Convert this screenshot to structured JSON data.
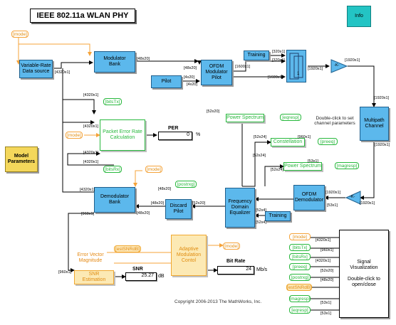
{
  "title": "IEEE 802.11a WLAN PHY",
  "info": "Info",
  "blocks": {
    "source": "Variable-Rate\nData source",
    "modulator": "Modulator\nBank",
    "ofdm_mod": "OFDM\nModulator\nPilot",
    "pilot": "Pilot",
    "training_top": "Training",
    "channel": "Multipath\nChannel",
    "per_calc": "Packet Error Rate\nCalculation",
    "model_params": "Model\nParameters",
    "demodulator": "Demodulator\nBank",
    "discard_pilot": "Discard\nPilot",
    "fde": "Frequency\nDomain\nEqualizer",
    "ofdm_demod": "OFDM\nDemodulator",
    "training_bot": "Training",
    "evm": "Error Vector\nMagnitude",
    "snr_est": "SNR\nEstimation",
    "amc": "Adaptive\nModulation\nContol",
    "power_top": "Power Spectrum",
    "power_bot": "Power Spectrum",
    "constellation": "Constellation",
    "signal_viz": "Signal\nVisualization\n\nDouble-click to\nopen/close"
  },
  "gains": {
    "tx_gain": "-K-",
    "rx_gain": "-K-"
  },
  "tags": {
    "mode_top": "[mode]",
    "mode_per": "[mode]",
    "mode_demod": "[mode]",
    "mode_amc": "[mode]",
    "bitsTx": "[bitsTx]",
    "bitsRx": "[bitsRx]",
    "postrxg": "[postrxg]",
    "estSNRdB": "[estSNRdB]",
    "eqresp": "[eqresp]",
    "preeq": "[preeq]",
    "magresp": "[magresp]",
    "viz": [
      "[mode]",
      "[bitsTx]",
      "[bitsRx]",
      "[preeq]",
      "[postrxg]",
      "[estSNRdB]",
      "[magresp]",
      "[eqresp]"
    ]
  },
  "displays": {
    "per_label": "PER",
    "per_value": "0",
    "per_unit": "%",
    "snr_label": "SNR",
    "snr_value": "25.27",
    "snr_unit": "dB",
    "bitrate_label": "Bit Rate",
    "bitrate_value": "24",
    "bitrate_unit": "Mb/s"
  },
  "note_channel": "Double-click to set\nchannel parameters",
  "copyright": "Copyright 2006-2013 The MathWorks, Inc.",
  "signal_labels": {
    "s1": "[48x20]",
    "s2": "[4320x1]",
    "s3": "[48x20]",
    "s4": "[4x20]",
    "s5": "[4x20]",
    "s6": "[320x1]",
    "s7": "[1600x1]",
    "s8": "[1600x1]",
    "s9": "[320x1]",
    "s10": "[1920x1]",
    "s11": "[1920x1]",
    "s12": "[1920x1]",
    "s13": "[1920x1]",
    "s14": "[4320x1]",
    "s15": "[4320x1]",
    "s16": "[4320x1]",
    "s17": "[4320x1]",
    "s18": "[4320x1]",
    "s19": "[52x20]",
    "s20": "[52x24]",
    "s21": "[52x24]",
    "s22": "[52x24]",
    "s23": "[960x1]",
    "s24": "[960x1]",
    "s25": "[48x20]",
    "s26": "[48x20]",
    "s27": "[52x20]",
    "s28": "[1920x1]",
    "s29": "[1920x1]",
    "s30": "[52x4]",
    "s31": "[52x4]",
    "s32": "[53x1]",
    "s33": "[53x1]",
    "s34": "[960x1]",
    "s35": "[48x20]",
    "s36": "[4320x1]",
    "s37": "[4320x1]",
    "s38": "[960x1]",
    "s39": "[52x20]",
    "s40": "[48x20]",
    "s41": "[53x1]",
    "s42": "[53x1]"
  },
  "colors": {
    "blue_block": "#5cb8ec",
    "teal_block": "#23c4c4",
    "yellow_block": "#f4d75b",
    "green_tag": "#27b83c",
    "orange_tag": "#f5a33a",
    "wire_orange": "#f5a33a",
    "wire_black": "#000000"
  }
}
